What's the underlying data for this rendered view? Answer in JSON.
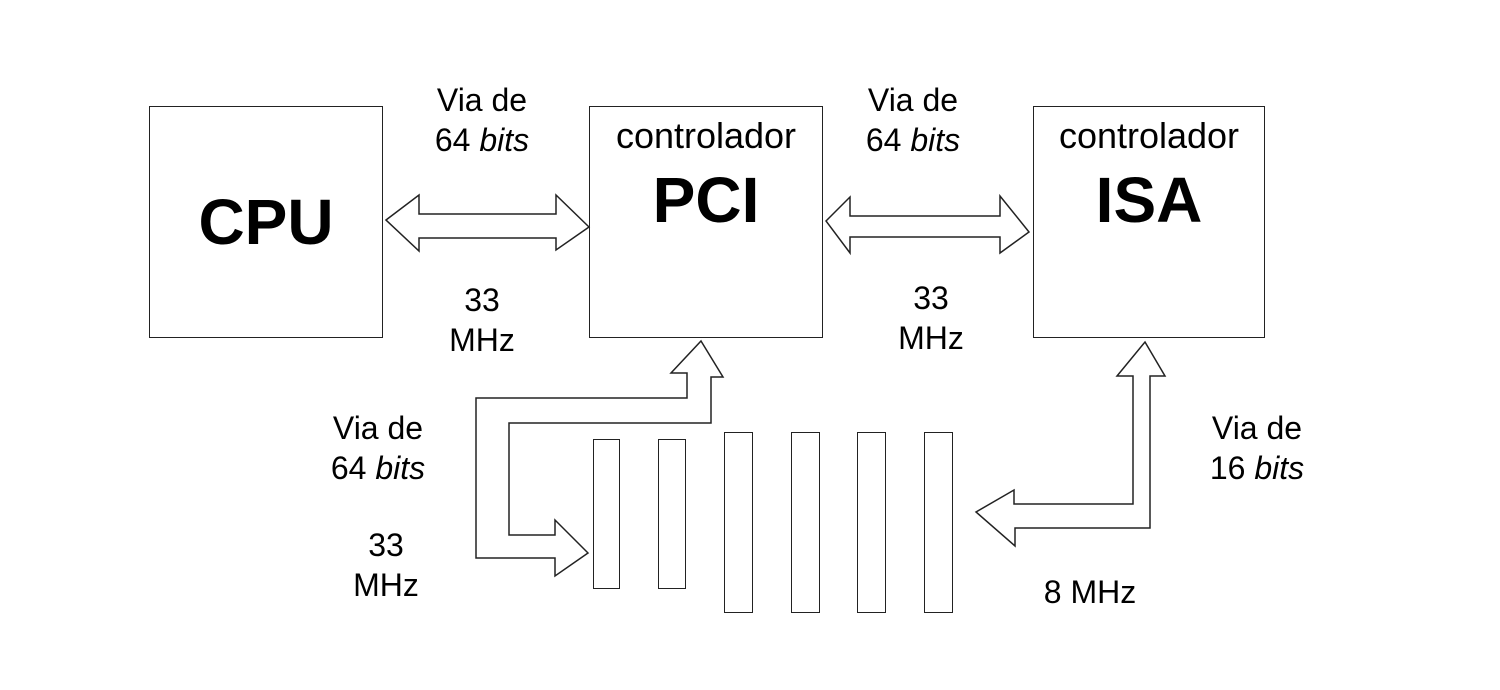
{
  "nodes": {
    "cpu": {
      "label": "CPU"
    },
    "pci": {
      "title": "controlador",
      "label": "PCI"
    },
    "isa": {
      "title": "controlador",
      "label": "ISA"
    }
  },
  "buses": {
    "cpu_pci": {
      "line1": "Via de",
      "width": "64",
      "unit": "bits",
      "freq_num": "33",
      "freq_unit": "MHz"
    },
    "pci_isa": {
      "line1": "Via de",
      "width": "64",
      "unit": "bits",
      "freq_num": "33",
      "freq_unit": "MHz"
    },
    "pci_slots": {
      "line1": "Via de",
      "width": "64",
      "unit": "bits",
      "freq_num": "33",
      "freq_unit": "MHz"
    },
    "isa_slots": {
      "line1": "Via de",
      "width": "16",
      "unit": "bits",
      "freq": "8 MHz"
    }
  },
  "slots": {
    "pci_count": 2,
    "isa_count": 4
  },
  "colors": {
    "stroke": "#222222",
    "text": "#000000",
    "background": "#ffffff"
  }
}
